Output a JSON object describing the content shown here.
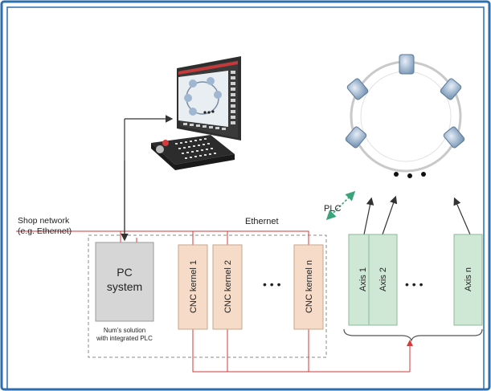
{
  "labels": {
    "shop_network_line1": "Shop network",
    "shop_network_line2": "(e.g. Ethernet)",
    "ethernet": "Ethernet",
    "plc": "PLC",
    "pc_line1": "PC",
    "pc_line2": "system",
    "num_note_line1": "Num’s solution",
    "num_note_line2": "with integrated PLC",
    "ellipsis": "• • •"
  },
  "cnc_kernels": [
    "CNC kernel 1",
    "CNC kernel 2",
    "CNC kernel n"
  ],
  "axes": [
    "Axis 1",
    "Axis 2",
    "Axis n"
  ],
  "colors": {
    "frame_border": "#2a6fb0",
    "pc_box": "#d6d6d6",
    "cnc_box": "#f6dcc8",
    "axis_box": "#cfe8d6",
    "red_line": "#d63a3a",
    "dark_line": "#333333",
    "dashed_border": "#888888",
    "plc_arrow": "#3aa37a"
  },
  "icons": {
    "monitor": "cnc-monitor-icon",
    "keyboard": "cnc-keyboard-panel-icon",
    "turret": "tool-turret-icon"
  }
}
